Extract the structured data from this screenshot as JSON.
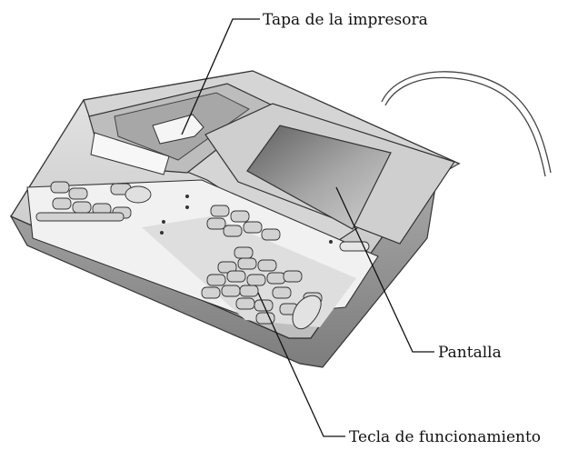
{
  "labels": {
    "printer_cover": "Tapa de la impresora",
    "display": "Pantalla",
    "function_key": "Tecla de funcionamiento"
  },
  "colors": {
    "body_light": "#dcdcdc",
    "body_mid": "#c4c4c4",
    "body_dark": "#8f8f8f",
    "panel_white": "#f3f3f3",
    "screen_dark": "#6e6e6e",
    "screen_light": "#b5b5b5",
    "key_fill": "#d2d2d2",
    "outline": "#3a3a3a"
  }
}
